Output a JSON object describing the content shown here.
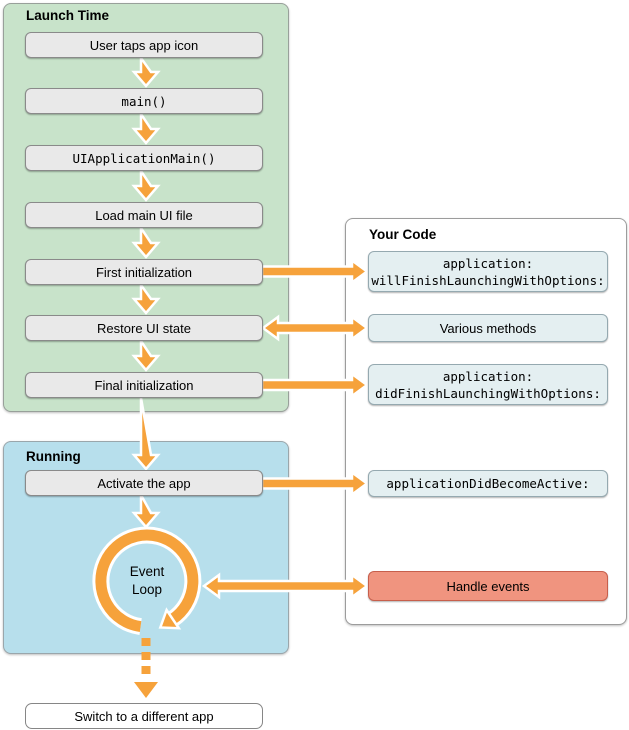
{
  "diagram": {
    "launch_time": {
      "title": "Launch Time",
      "steps": [
        "User taps app icon",
        "main()",
        "UIApplicationMain()",
        "Load main UI file",
        "First initialization",
        "Restore UI state",
        "Final initialization"
      ]
    },
    "running": {
      "title": "Running",
      "activate_step": "Activate the app",
      "event_loop_label": "Event\nLoop"
    },
    "your_code": {
      "title": "Your Code",
      "boxes": [
        {
          "label": "application:\nwillFinishLaunchingWithOptions:"
        },
        {
          "label": "Various methods"
        },
        {
          "label": "application:\ndidFinishLaunchingWithOptions:"
        },
        {
          "label": "applicationDidBecomeActive:"
        },
        {
          "label": "Handle events"
        }
      ]
    },
    "switch_app_label": "Switch to a different app"
  },
  "colors": {
    "arrow_orange": "#F6A23B",
    "launch_panel_green": "#C8E3CA",
    "running_panel_blue": "#B7DFEC",
    "process_box_gray": "#E9E9E9",
    "code_box_blue": "#E4EFF1",
    "handle_events_salmon": "#F0947F",
    "panel_border_gray": "#999999"
  }
}
